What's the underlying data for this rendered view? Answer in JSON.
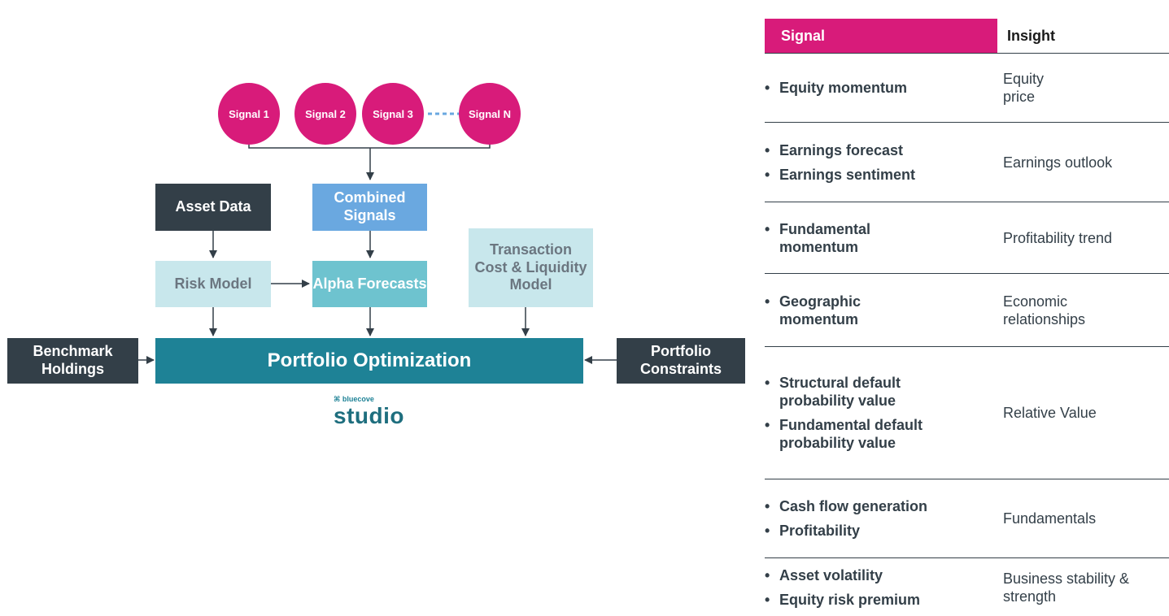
{
  "diagram": {
    "signals": [
      "Signal 1",
      "Signal 2",
      "Signal 3",
      "Signal N"
    ],
    "combined_signals": "Combined Signals",
    "asset_data": "Asset Data",
    "risk_model": "Risk Model",
    "alpha_forecasts": "Alpha Forecasts",
    "transaction_cost": "Transaction Cost & Liquidity Model",
    "portfolio_optimization": "Portfolio Optimization",
    "benchmark_holdings": "Benchmark Holdings",
    "portfolio_constraints": "Portfolio Constraints",
    "logo_small": "bluecove",
    "logo_main": "studio"
  },
  "table": {
    "header_signal": "Signal",
    "header_insight": "Insight",
    "rows": [
      {
        "signals": [
          "Equity momentum"
        ],
        "insight": "Equity price"
      },
      {
        "signals": [
          "Earnings forecast",
          "Earnings sentiment"
        ],
        "insight": "Earnings outlook"
      },
      {
        "signals": [
          "Fundamental momentum"
        ],
        "insight": "Profitability trend"
      },
      {
        "signals": [
          "Geographic momentum"
        ],
        "insight": "Economic relationships"
      },
      {
        "signals": [
          "Structural default probability value",
          "Fundamental default probability value"
        ],
        "insight": "Relative Value"
      },
      {
        "signals": [
          "Cash flow generation",
          "Profitability"
        ],
        "insight": "Fundamentals"
      },
      {
        "signals": [
          "Asset volatility",
          "Equity risk premium"
        ],
        "insight": "Business stability & strength"
      }
    ]
  },
  "colors": {
    "magenta": "#d81b7a",
    "dark": "#333f48",
    "blue": "#6aa8e0",
    "teal_light": "#6ec3cf",
    "pale": "#c8e7ec",
    "teal_dark": "#1e8296"
  }
}
